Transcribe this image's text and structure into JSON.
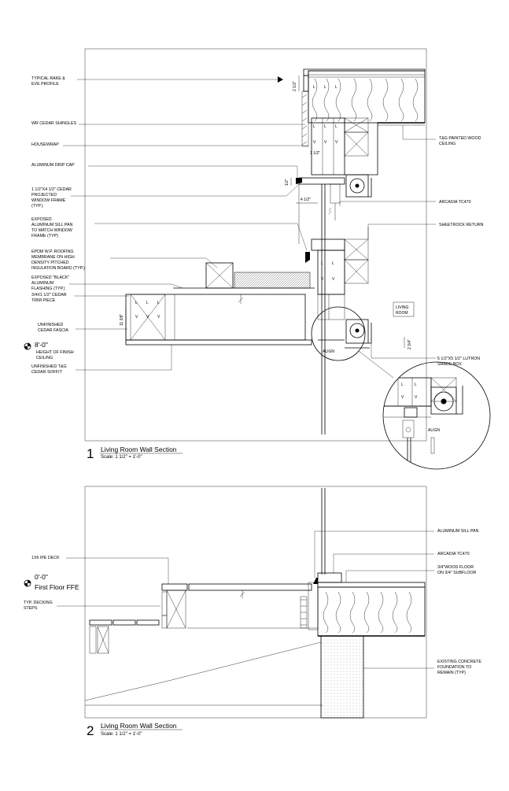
{
  "section1": {
    "number": "1",
    "title": "Living Room Wall Section",
    "scale": "Scale: 1 1/2\" = 1'-0\"",
    "labels_left": [
      "TYPICAL RAKE &",
      "EVE PROFILE",
      "WR CEDAR SHINGLES",
      "HOUSEWRAP",
      "ALUMINUM DRIP CAP",
      "1 1/2\"X4 1/2\" CEDAR",
      "PROJECTED",
      "WINDOW FRAME",
      "(TYP.)",
      "EXPOSED",
      "ALUMINUM SILL PAN",
      "TO MATCH WINDOW",
      "FRAME (TYP)",
      "EPDM W.P. ROOFING",
      "MEMBRANE ON HIGH",
      "DENSITY PITCHED",
      "INSULATION BOARD (TYP.)",
      "EXPOSED \"BLACK\"",
      "ALUMINUM",
      "FLASHING (TYP.)",
      "3/4X1 1/2\" CEDAR",
      "TRIM PIECE",
      "UNFINISHED",
      "CEDAR FASCIA",
      "HEIGHT OF FINISH",
      "CEILING",
      "UNFINISHED T&G",
      "CEDAR SOFFIT"
    ],
    "labels_right": [
      "T&G PAINTED WOOD",
      "CEILING",
      "ARCADIA TC470",
      "SHEETROCK RETURN",
      "5 1/2\"X5 1/2\" LUTRON",
      "SHADE BOX"
    ],
    "level_elevation": "8'-0\"",
    "room_label": [
      "LIVING",
      "ROOM"
    ],
    "dims": [
      "2 1/2\"",
      "1 1/2\"",
      "1/2\"",
      "4 1/2\"",
      "11 3/8\"",
      "2 3/4\""
    ],
    "align_tags": [
      "ALIGN",
      "ALIGN"
    ],
    "stud_tags": [
      "L",
      "V"
    ]
  },
  "section2": {
    "number": "2",
    "title": "Living Room Wall Section",
    "scale": "Scale: 1 1/2\" = 1'-0\"",
    "labels_left": [
      "1X6 IPE DECK",
      "TYP. DECKING",
      "STEPS"
    ],
    "level_elevation": "0'-0\"",
    "level_name": "First Floor FFE",
    "labels_right": [
      "ALUMINUM SILL PAN",
      "ARCADIA TC470",
      "3/4\"WOOD FLOOR",
      "ON 3/4\" SUBFLOOR",
      "EXISTING CONCRETE",
      "FOUNDATION TO",
      "REMAIN (TYP)"
    ]
  },
  "colors": {
    "line": "#000000",
    "background": "#ffffff",
    "concrete_dot": "#444444"
  }
}
